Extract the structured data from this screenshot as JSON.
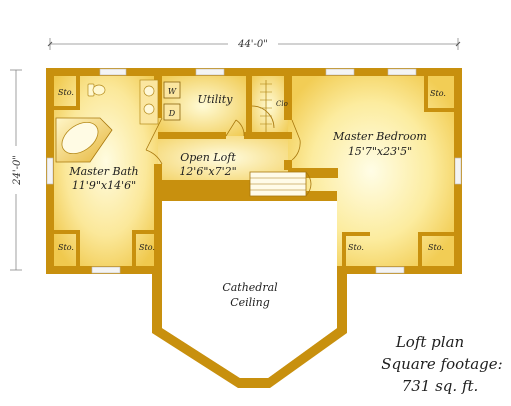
{
  "dimensions": {
    "width": "44'-0\"",
    "height": "24'-0\""
  },
  "rooms": {
    "master_bath": {
      "name": "Master Bath",
      "size": "11'9\"x14'6\""
    },
    "open_loft": {
      "name": "Open Loft",
      "size": "12'6\"x7'2\""
    },
    "utility": {
      "name": "Utility"
    },
    "master_bedroom": {
      "name": "Master Bedroom",
      "size": "15'7\"x23'5\""
    },
    "closet": {
      "name": "Clo"
    },
    "cathedral": {
      "line1": "Cathedral",
      "line2": "Ceiling"
    }
  },
  "fixtures": {
    "washer": "W",
    "dryer": "D"
  },
  "storage_label": "Sto.",
  "caption": {
    "line1": "Loft plan",
    "line2": "Square footage:",
    "line3": "731 sq. ft."
  },
  "colors": {
    "log": "#c8900e",
    "log_dark": "#a06e08",
    "floor_light": "#fffbd8",
    "floor_dark": "#f2cd55"
  }
}
